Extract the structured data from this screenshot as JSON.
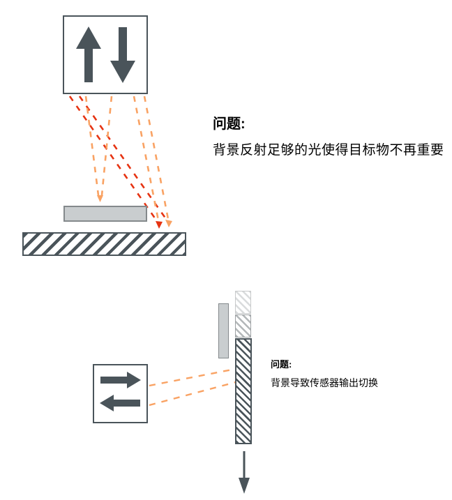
{
  "colors": {
    "sensor_slate": "#4a545a",
    "beam_red": "#e63312",
    "beam_orange": "#f9a263",
    "target_fill": "#c9cdcf",
    "target_border": "#84898c",
    "far_segment_stripe": "#d9dbdc",
    "mid_segment_stripe": "#b3b7b9",
    "text": "#000000"
  },
  "top_diagram": {
    "sensor_icons": [
      "up-arrow",
      "down-arrow"
    ],
    "beam_styles": [
      "red-dashed",
      "orange-dashed"
    ],
    "problem": {
      "title": "问题:",
      "description": "背景反射足够的光使得目标物不再重要"
    }
  },
  "bottom_diagram": {
    "sensor_icons": [
      "right-arrow",
      "left-arrow"
    ],
    "beam_styles": [
      "orange-dashed"
    ],
    "motion_icon": "down-arrow",
    "problem": {
      "title": "问题:",
      "description": "背景导致传感器输出切换"
    }
  }
}
